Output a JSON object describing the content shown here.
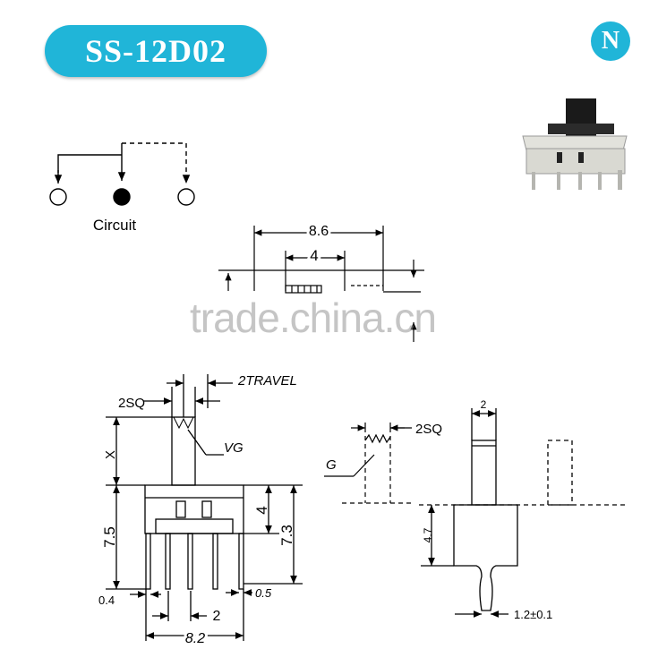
{
  "title": "SS-12D02",
  "logo_letter": "N",
  "brand_color": "#20b5d8",
  "watermark": "trade.china.cn",
  "circuit": {
    "label": "Circuit"
  },
  "top_view": {
    "overall_width": "8.6",
    "center_width": "4"
  },
  "front_view": {
    "sq_label": "2SQ",
    "travel_label": "2TRAVEL",
    "vg_label": "VG",
    "x_label": "X",
    "body_height": "7.5",
    "inner_height": "4",
    "side_height": "7.3",
    "pin_left": "0.4",
    "pin_right": "0.5",
    "pitch": "2",
    "total_width": "8.2"
  },
  "side_view": {
    "g_label": "G",
    "sq_label": "2SQ",
    "top_width": "2",
    "body_height": "4.7",
    "pin_gap": "1.2±0.1"
  }
}
